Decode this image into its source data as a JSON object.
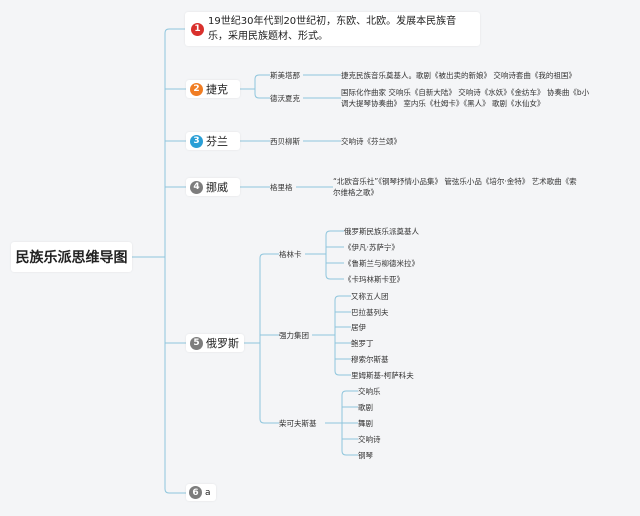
{
  "root": {
    "label": "民族乐派思维导图"
  },
  "colors": {
    "line": "#8ec5dc",
    "badge1": "#d9302c",
    "badge2": "#f07d23",
    "badge3": "#2a9fd6",
    "badge4": "#7d7d7d",
    "badge5": "#7d7d7d",
    "badge6": "#7d7d7d"
  },
  "branches": {
    "intro": {
      "num": "1",
      "text": "19世纪30年代到20世纪初，东欧、北欧。发展本民族音乐，采用民族题材、形式。"
    },
    "czech": {
      "num": "2",
      "label": "捷克",
      "smetana": {
        "name": "斯美塔那",
        "desc": "捷克民族音乐奠基人。歌剧《被出卖的新娘》 交响诗套曲《我的祖国》"
      },
      "dvorak": {
        "name": "德沃夏克",
        "desc": "国际化作曲家 交响乐《自新大陆》 交响诗《水妖》《金纺车》 协奏曲《b小调大提琴协奏曲》 室内乐《杜姆卡》《黑人》 歌剧《水仙女》"
      }
    },
    "finland": {
      "num": "3",
      "label": "芬兰",
      "sibelius": {
        "name": "西贝柳斯",
        "desc": "交响诗《芬兰颂》"
      }
    },
    "norway": {
      "num": "4",
      "label": "挪威",
      "grieg": {
        "name": "格里格",
        "desc": "“北欧音乐社”《钢琴抒情小品集》 管弦乐小品《培尔·金特》 艺术歌曲《索尔维格之歌》"
      }
    },
    "russia": {
      "num": "5",
      "label": "俄罗斯",
      "glinka": {
        "name": "格林卡",
        "items": [
          "俄罗斯民族乐派奠基人",
          "《伊凡·苏萨宁》",
          "《鲁斯兰与柳德米拉》",
          "《卡玛林斯卡亚》"
        ]
      },
      "mighty": {
        "name": "强力集团",
        "items": [
          "又称五人团",
          "巴拉基列夫",
          "居伊",
          "鲍罗丁",
          "穆索尔斯基",
          "里姆斯基-柯萨科夫"
        ]
      },
      "tchaikovsky": {
        "name": "柴可夫斯基",
        "items": [
          "交响乐",
          "歌剧",
          "舞剧",
          "交响诗",
          "钢琴"
        ]
      }
    },
    "six": {
      "num": "6",
      "label": "a"
    }
  }
}
